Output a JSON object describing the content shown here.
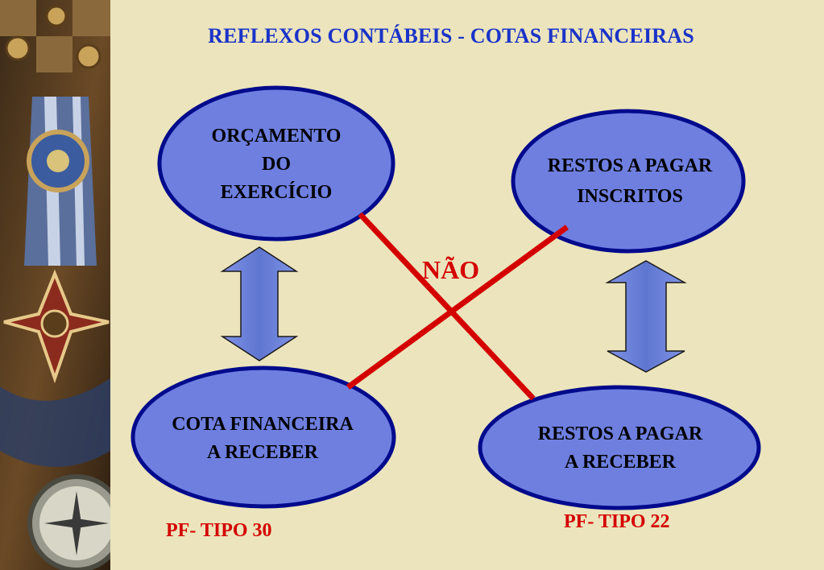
{
  "title": "REFLEXOS CONTÁBEIS - COTAS FINANCEIRAS",
  "nodes": {
    "orcamento": [
      "ORÇAMENTO",
      "DO",
      "EXERCÍCIO"
    ],
    "restos_inscritos": [
      "RESTOS A PAGAR",
      "INSCRITOS"
    ],
    "cota_financeira": [
      "COTA FINANCEIRA",
      "A RECEBER"
    ],
    "restos_receber": [
      "RESTOS A PAGAR",
      "A RECEBER"
    ]
  },
  "nao_label": "NÃO",
  "pf_left": "PF- TIPO 30",
  "pf_right": "PF- TIPO 22",
  "colors": {
    "title": "#1a33c9",
    "ellipse_fill": "#6e7fe0",
    "ellipse_stroke": "#000a8c",
    "arrow_fill": "#6b82d8",
    "cross_lines": "#d40000",
    "label_red": "#d40000",
    "background": "#ece4bc"
  },
  "icons": [
    "medal-cross-icon",
    "ribbon-rosette-icon",
    "compass-icon"
  ]
}
